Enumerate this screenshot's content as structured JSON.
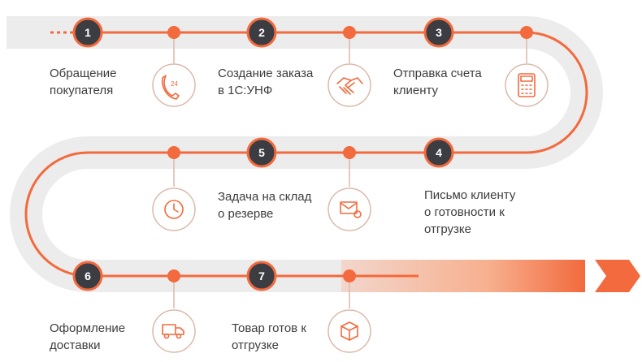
{
  "steps": [
    {
      "num": "1",
      "label": "Обращение\nпокупателя",
      "icon": "phone-24-icon"
    },
    {
      "num": "2",
      "label": "Создание заказа\nв 1С:УНФ",
      "icon": "handshake-icon"
    },
    {
      "num": "3",
      "label": "Отправка счета\nклиенту",
      "icon": "calculator-icon"
    },
    {
      "num": "4",
      "label": "Письмо клиенту\nо готовности к\nотгрузке",
      "icon": "email-icon"
    },
    {
      "num": "5",
      "label": "Задача на склад\nо резерве",
      "icon": "clock-icon"
    },
    {
      "num": "6",
      "label": "Оформление\nдоставки",
      "icon": "delivery-truck-icon"
    },
    {
      "num": "7",
      "label": "Товар готов к\nотгрузке",
      "icon": "box-icon"
    }
  ],
  "icon_text": {
    "phone_24": "24"
  },
  "colors": {
    "accent": "#f26a3d",
    "node": "#3b3d42",
    "band": "#eeeeee",
    "icon_ring": "#dcb9ab"
  }
}
